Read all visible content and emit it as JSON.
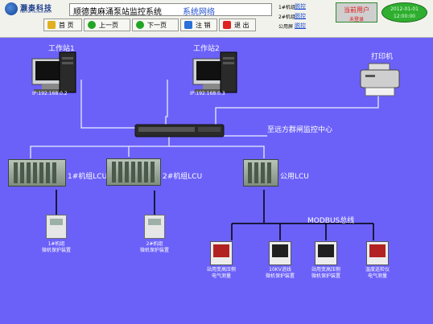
{
  "header": {
    "logo_name": "灏泰科技",
    "logo_sub": "HAOTAI TECHNOLOGY",
    "system_title": "顺德黄麻涌泵站监控系统",
    "page_name": "系统网络",
    "status": [
      {
        "label": "1#机组",
        "value": "脱控"
      },
      {
        "label": "2#机组",
        "value": "脱控"
      },
      {
        "label": "公用屏",
        "value": "脱控"
      }
    ],
    "user_box": {
      "line1": "当前用户",
      "line2": "未登录"
    },
    "time_box": {
      "line1": "2012-01-01",
      "line2": "12:00:00"
    }
  },
  "toolbar": {
    "home": "首 页",
    "prev": "上一页",
    "next": "下一页",
    "logout": "注 销",
    "exit": "退 出"
  },
  "colors": {
    "canvas_bg": "#6b61f8",
    "line": "#d8d8ff",
    "link_text": "#1f4fd1",
    "alert_text": "#e01818",
    "time_bg": "#2fae2f"
  },
  "network": {
    "workstation1": {
      "name": "工作站1",
      "ip": "IP:192.168.0.2"
    },
    "workstation2": {
      "name": "工作站2",
      "ip": "IP:192.168.0.3"
    },
    "printer": "打印机",
    "uplink": "至远方群闸监控中心",
    "lcu1": "1#机组LCU",
    "lcu2": "2#机组LCU",
    "lcu_common": "公用LCU",
    "modbus": "MODBUS总线",
    "relay1": {
      "l1": "1#机组",
      "l2": "微机保护装置"
    },
    "relay2": {
      "l1": "2#机组",
      "l2": "微机保护装置"
    },
    "meter1": {
      "l1": "站用变高压侧",
      "l2": "电气测量"
    },
    "meter2": {
      "l1": "10KV进线",
      "l2": "微机保护装置"
    },
    "meter3": {
      "l1": "站用变高压侧",
      "l2": "微机保护装置"
    },
    "meter4": {
      "l1": "温度巡检仪",
      "l2": "电气测量"
    }
  }
}
